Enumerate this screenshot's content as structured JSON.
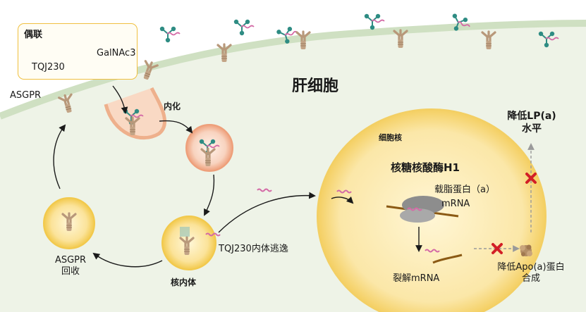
{
  "labels": {
    "conjugate_title": "偶联",
    "tqj230": "TQJ230",
    "galnac3": "GalNAc3",
    "asgpr": "ASGPR",
    "hepatocyte": "肝细胞",
    "internalization": "内化",
    "nucleus": "细胞核",
    "rnase_h1": "核糖核酸酶H1",
    "apolipoprotein": "载脂蛋白（a）",
    "mrna": "mRNA",
    "endosome": "核内体",
    "endosomal_escape": "TQJ230内体逃逸",
    "asgpr_recycle_1": "ASGPR",
    "asgpr_recycle_2": "回收",
    "cleaved_mrna": "裂解mRNA",
    "reduce_lpa_1": "降低LP(a)",
    "reduce_lpa_2": "水平",
    "reduce_synthesis_1": "降低Apo(a)蛋白",
    "reduce_synthesis_2": "合成"
  },
  "colors": {
    "cell_fill": "#eef3e7",
    "membrane": "#cfe0c2",
    "nucleus_fill": "#fbe7a8",
    "nucleus_border": "#f3cf64",
    "galnac": "#2e8c83",
    "oligo": "#d46aa6",
    "receptor": "#b8987a",
    "block": "#d21f26"
  },
  "icons": [
    "receptor-icon",
    "galnac-ligand-icon",
    "oligonucleotide-icon",
    "ribosome-icon",
    "block-x-icon",
    "protein-icon"
  ]
}
